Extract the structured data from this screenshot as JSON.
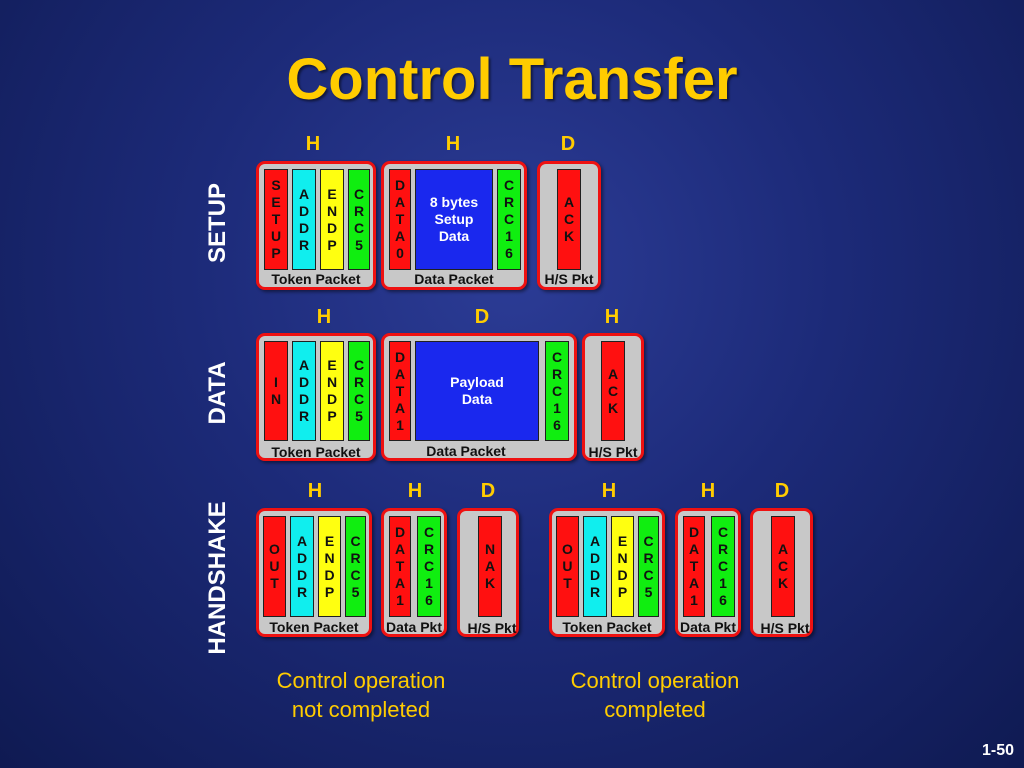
{
  "title": "Control Transfer",
  "page_number": "1-50",
  "colors": {
    "background": "#1c2a78",
    "title": "#ffcc00",
    "box_border": "#ee1111",
    "box_fill": "#c8c8c8",
    "pid_field": "#ff1010",
    "addr_field": "#10eeee",
    "endp_field": "#ffff10",
    "crc_field": "#10ee10",
    "data_field": "#1a28ee"
  },
  "stages": {
    "setup": {
      "label": "SETUP",
      "directions": [
        "H",
        "H",
        "D"
      ],
      "token": {
        "fields": [
          "S\nE\nT\nU\nP",
          "A\nD\nD\nR",
          "E\nN\nD\nP",
          "C\nR\nC\n5"
        ],
        "label": "Token Packet"
      },
      "data": {
        "fields": [
          "D\nA\nT\nA\n0",
          "8 bytes\nSetup\nData",
          "C\nR\nC\n1\n6"
        ],
        "label": "Data Packet"
      },
      "hs": {
        "fields": [
          "A\nC\nK"
        ],
        "label": "H/S Pkt"
      }
    },
    "data": {
      "label": "DATA",
      "directions": [
        "H",
        "D",
        "H"
      ],
      "token": {
        "fields": [
          "I\nN",
          "A\nD\nD\nR",
          "E\nN\nD\nP",
          "C\nR\nC\n5"
        ],
        "label": "Token Packet"
      },
      "data": {
        "fields": [
          "D\nA\nT\nA\n1",
          "Payload\nData",
          "C\nR\nC\n1\n6"
        ],
        "label": "Data Packet"
      },
      "hs": {
        "fields": [
          "A\nC\nK"
        ],
        "label": "H/S Pkt"
      }
    },
    "handshake": {
      "label": "HANDSHAKE",
      "left": {
        "directions": [
          "H",
          "H",
          "D"
        ],
        "token": {
          "fields": [
            "O\nU\nT",
            "A\nD\nD\nR",
            "E\nN\nD\nP",
            "C\nR\nC\n5"
          ],
          "label": "Token Packet"
        },
        "data": {
          "fields": [
            "D\nA\nT\nA\n1",
            "C\nR\nC\n1\n6"
          ],
          "label": "Data Pkt"
        },
        "hs": {
          "fields": [
            "N\nA\nK"
          ],
          "label": "H/S Pkt"
        },
        "caption": "Control operation\nnot completed"
      },
      "right": {
        "directions": [
          "H",
          "H",
          "D"
        ],
        "token": {
          "fields": [
            "O\nU\nT",
            "A\nD\nD\nR",
            "E\nN\nD\nP",
            "C\nR\nC\n5"
          ],
          "label": "Token Packet"
        },
        "data": {
          "fields": [
            "D\nA\nT\nA\n1",
            "C\nR\nC\n1\n6"
          ],
          "label": "Data Pkt"
        },
        "hs": {
          "fields": [
            "A\nC\nK"
          ],
          "label": "H/S Pkt"
        },
        "caption": "Control operation\ncompleted"
      }
    }
  }
}
